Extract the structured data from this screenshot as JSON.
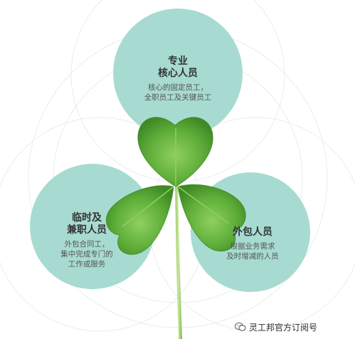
{
  "circles": {
    "top": {
      "title": "专业\n核心人员",
      "desc": "核心的固定员工，\n全职员工及关键员工",
      "color": "#a7dbd1"
    },
    "left": {
      "title": "临时及\n兼职人员",
      "desc": "外包合同工，\n集中完成专门的\n工作或服务",
      "color": "#a7dbd1"
    },
    "right": {
      "title": "外包人员",
      "desc": "根据业务需求\n及时增减的人员",
      "color": "#a7dbd1"
    }
  },
  "leaf_color": "#5fae3a",
  "watermark": {
    "text": "灵工邦官方订阅号",
    "icon": "wechat-icon"
  }
}
